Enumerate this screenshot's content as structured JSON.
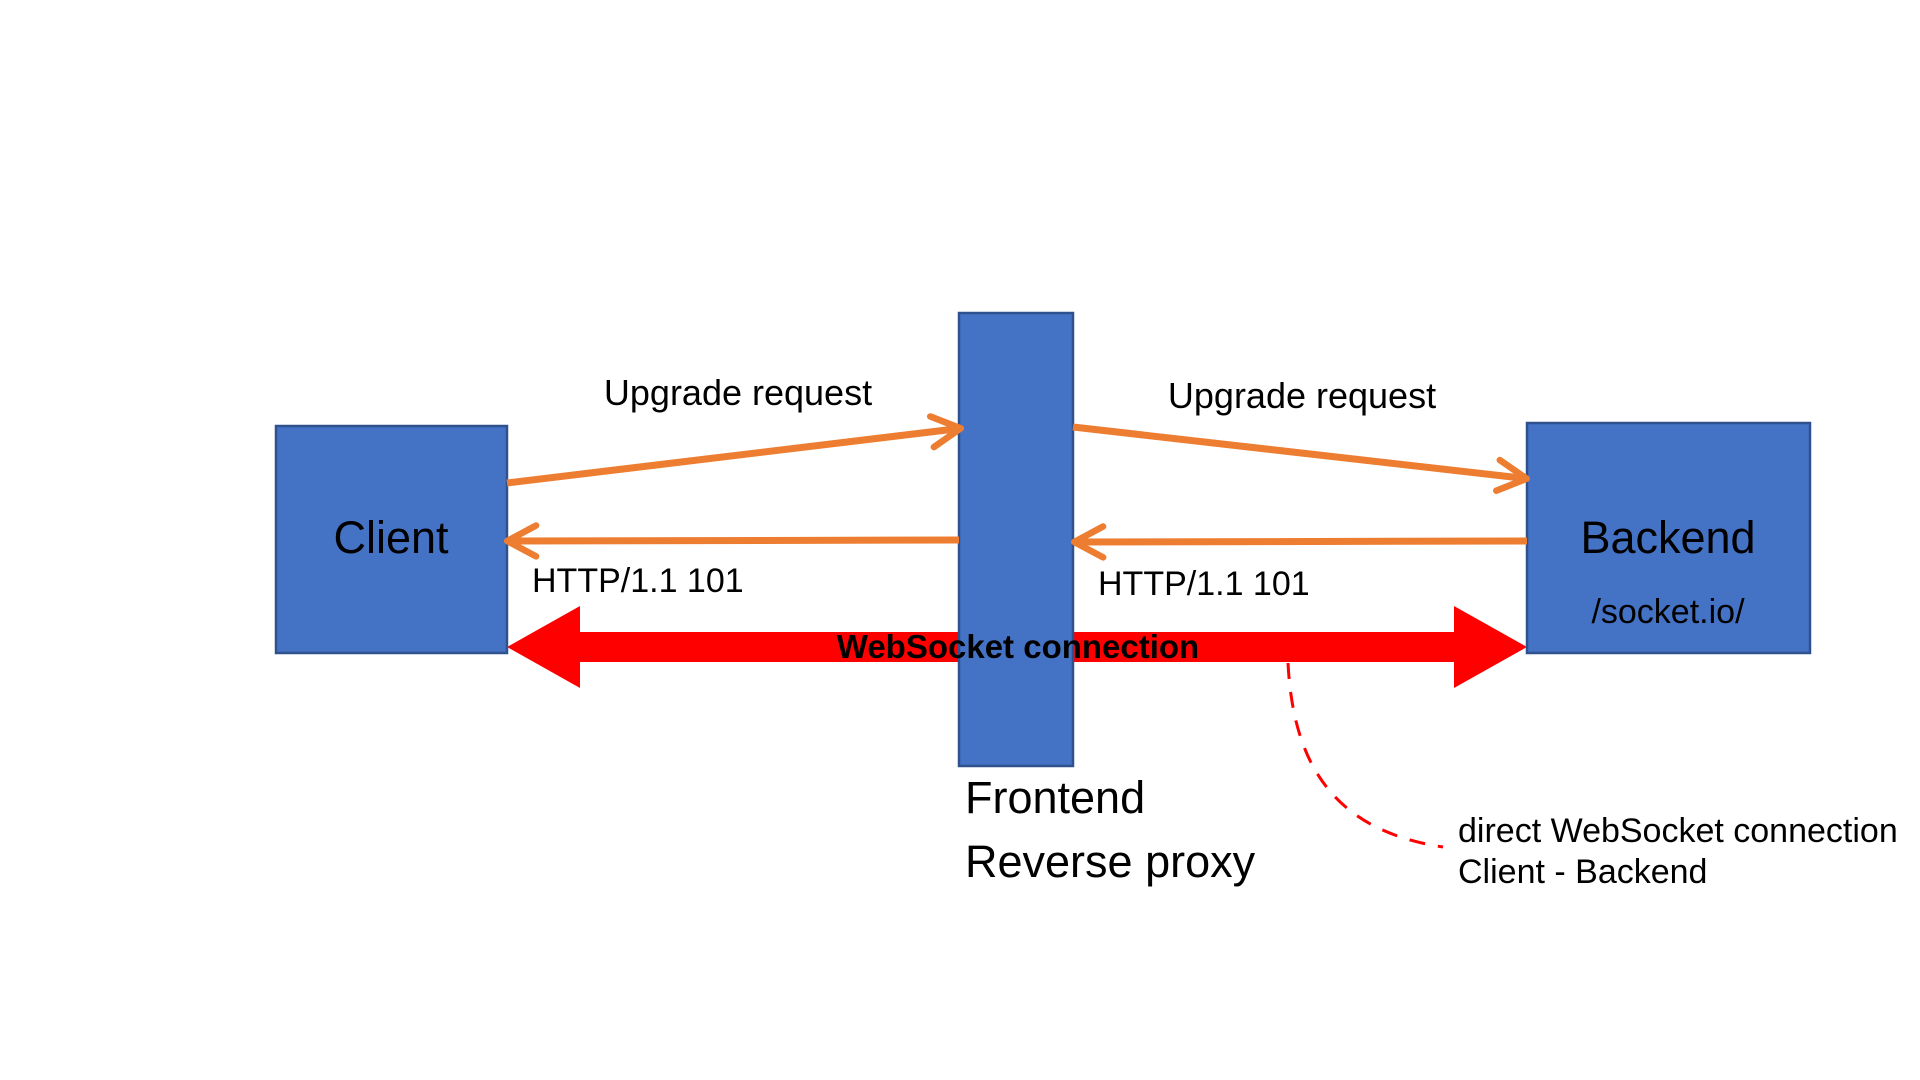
{
  "diagram": {
    "nodes": {
      "client": {
        "label": "Client"
      },
      "proxy": {
        "label_line1": "Frontend",
        "label_line2": "Reverse proxy"
      },
      "backend": {
        "label": "Backend",
        "sublabel": "/socket.io/"
      }
    },
    "arrows": {
      "upgrade_left": {
        "label": "Upgrade request"
      },
      "upgrade_right": {
        "label": "Upgrade request"
      },
      "response_left": {
        "label": "HTTP/1.1 101"
      },
      "response_right": {
        "label": "HTTP/1.1 101"
      },
      "websocket": {
        "label": "WebSocket connection"
      }
    },
    "annotation": {
      "line1": "direct WebSocket connection",
      "line2": "Client - Backend"
    },
    "colors": {
      "node_fill": "#4472C4",
      "node_border": "#2F528F",
      "http_arrow": "#ED7D31",
      "websocket_arrow": "#FF0000",
      "annotation_line": "#FF0000",
      "text": "#000000"
    }
  }
}
